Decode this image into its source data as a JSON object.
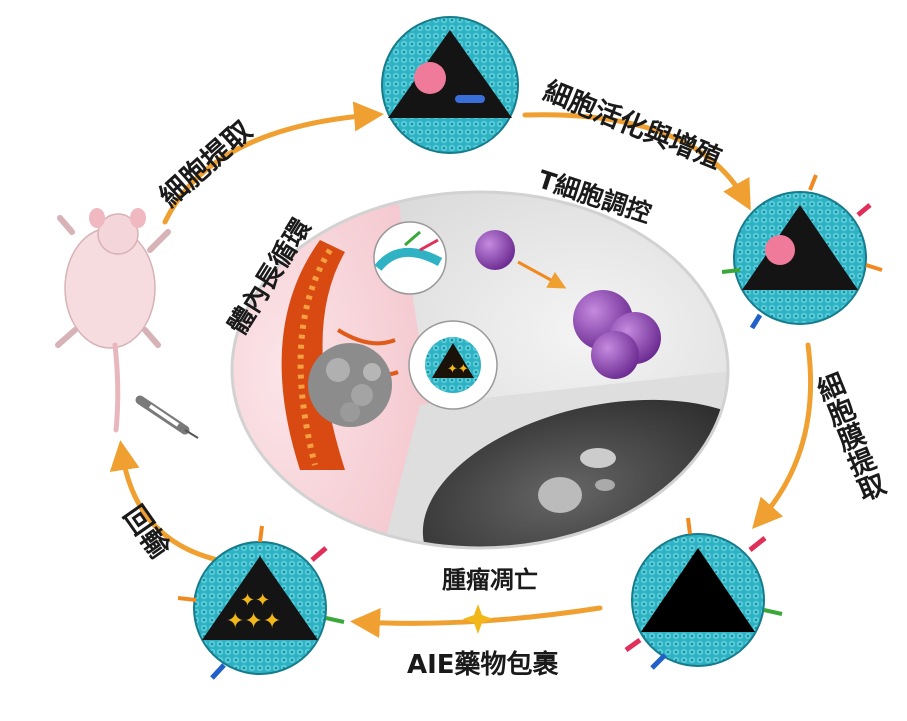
{
  "diagram": {
    "steps": [
      {
        "id": "cell-extraction",
        "label": "細胞提取"
      },
      {
        "id": "cell-activation",
        "label": "細胞活化與增殖"
      },
      {
        "id": "membrane-extraction",
        "label": "細胞膜提取"
      },
      {
        "id": "drug-encapsulation",
        "label": "AIE藥物包裹"
      },
      {
        "id": "reinfusion",
        "label": "回輸"
      }
    ],
    "center": {
      "circulation_label": "體內長循環",
      "tcell_label": "T細胞調控",
      "apoptosis_label": "腫瘤凋亡"
    }
  },
  "colors": {
    "arrow": "#f0a030",
    "membrane": "#2fb3c4",
    "membrane_dark": "#157c8c",
    "receptor_orange": "#f08a20",
    "receptor_red": "#e0305a",
    "receptor_blue": "#2060c8",
    "receptor_green": "#3aa838",
    "tcell_purple": "#8a3fb0",
    "aie_star": "#f2b718"
  },
  "icons": [
    "mouse-icon",
    "syringe-icon",
    "nanoparticle-icon",
    "tcell-icon",
    "tumor-cell-icon",
    "blood-vessel-icon",
    "sparkle-icon"
  ]
}
